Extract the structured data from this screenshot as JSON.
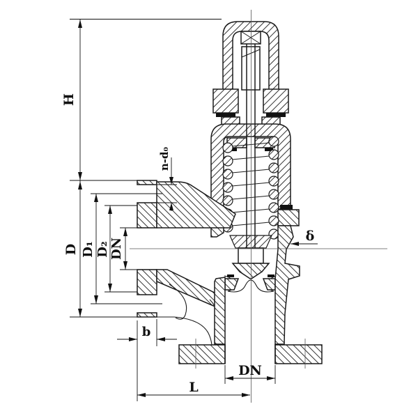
{
  "diagram": {
    "kind": "engineering-cross-section-drawing",
    "subject": "spring-loaded angle safety valve",
    "background": "#ffffff",
    "line_color": "#1a1a1a",
    "labels": {
      "overall_height": "H",
      "bolt_holes": "n-d₀",
      "flange_outer_diameter": "D",
      "bolt_circle_diameter": "D₁",
      "raised_face_diameter": "D₂",
      "outlet_nominal_bore": "DN",
      "wall_thickness": "δ",
      "flange_thickness": "b",
      "center_to_face_length": "L",
      "inlet_nominal_bore": "DN"
    }
  }
}
